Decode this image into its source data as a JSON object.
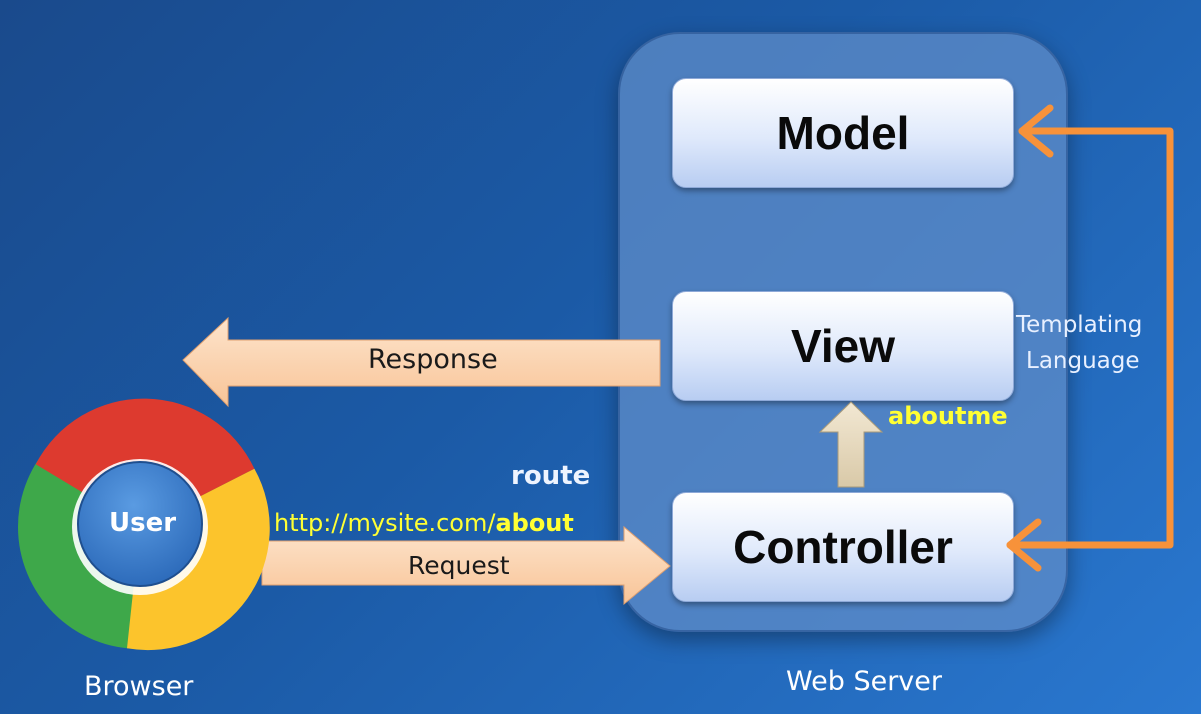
{
  "server": {
    "label": "Web Server",
    "model_label": "Model",
    "view_label": "View",
    "controller_label": "Controller"
  },
  "browser": {
    "label": "Browser",
    "user_label": "User"
  },
  "arrows": {
    "response_label": "Response",
    "request_label": "Request",
    "route_label": "route",
    "url_prefix": "http://mysite.com/",
    "url_highlight": "about",
    "view_name": "aboutme",
    "templating_line1": "Templating",
    "templating_line2": "Language"
  },
  "colors": {
    "background": "#1b5aa6",
    "server_panel": "#5f8cc8",
    "arrow_fill": "#fbd0a6",
    "orange_connector": "#f7923a",
    "highlight_text": "#ffff33",
    "chrome_red": "#dd3a2f",
    "chrome_green": "#3ea84a",
    "chrome_yellow": "#fcc42c",
    "chrome_center": "#3a7fd0"
  }
}
